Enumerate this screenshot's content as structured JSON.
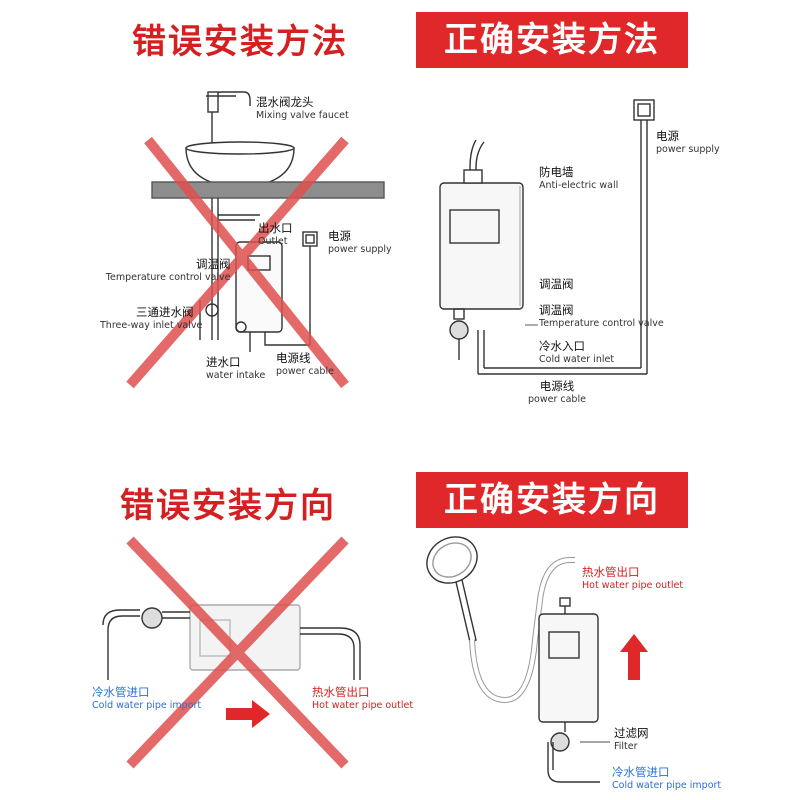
{
  "colors": {
    "title_red": "#d42020",
    "title_box": "#e0282a",
    "cross": "#e05050",
    "label_blue": "#2a6fd8"
  },
  "top_left": {
    "title": "错误安装方法",
    "labels": {
      "faucet_cn": "混水阀龙头",
      "faucet_en": "Mixing valve faucet",
      "outlet_cn": "出水口",
      "outlet_en": "Outlet",
      "power_cn": "电源",
      "power_en": "power supply",
      "temp_cn": "调温阀",
      "temp_en": "Temperature control valve",
      "threeway_cn": "三通进水阀",
      "threeway_en": "Three-way inlet valve",
      "intake_cn": "进水口",
      "intake_en": "water intake",
      "cable_cn": "电源线",
      "cable_en": "power cable"
    }
  },
  "top_right": {
    "title": "正确安装方法",
    "labels": {
      "power_cn": "电源",
      "power_en": "power supply",
      "wall_cn": "防电墙",
      "wall_en": "Anti-electric wall",
      "temp1_cn": "调温阀",
      "temp2_cn": "调温阀",
      "temp2_en": "Temperature control valve",
      "cold_cn": "冷水入口",
      "cold_en": "Cold water inlet",
      "cable_cn": "电源线",
      "cable_en": "power cable"
    }
  },
  "bottom_left": {
    "title": "错误安装方向",
    "labels": {
      "cold_cn": "冷水管进口",
      "cold_en": "Cold water pipe import",
      "hot_cn": "热水管出口",
      "hot_en": "Hot water pipe outlet"
    }
  },
  "bottom_right": {
    "title": "正确安装方向",
    "labels": {
      "hot_cn": "热水管出口",
      "hot_en": "Hot water pipe outlet",
      "filter_cn": "过滤网",
      "filter_en": "Filter",
      "cold_cn": "冷水管进口",
      "cold_en": "Cold water pipe import"
    }
  }
}
